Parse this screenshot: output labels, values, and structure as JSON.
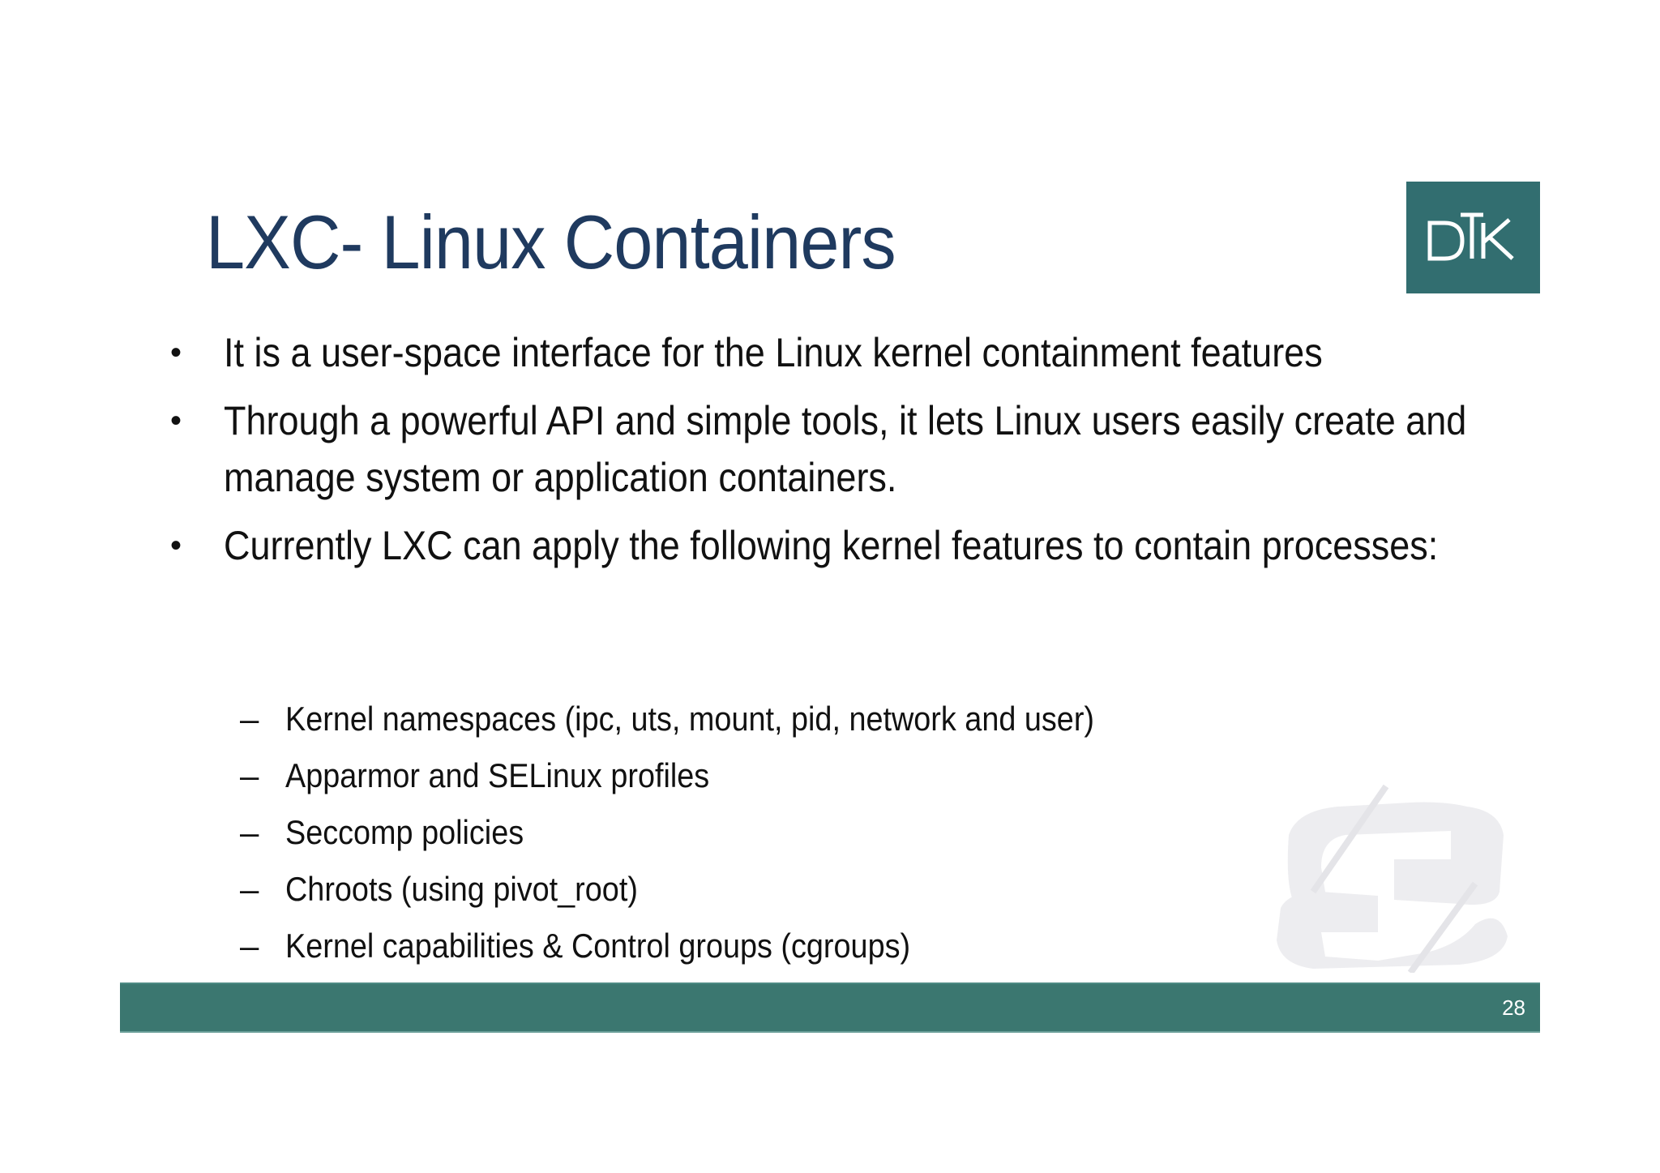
{
  "slide": {
    "title": "LXC- Linux Containers",
    "logo": {
      "text": "DTK",
      "background": "#326e70"
    },
    "bullets": [
      {
        "text": "It  is a user-space interface for the Linux kernel containment features"
      },
      {
        "text": "Through a powerful API and simple tools, it lets Linux users easily create and manage system or application containers."
      },
      {
        "text": "Currently LXC can apply the following kernel features to contain processes:"
      }
    ],
    "sub_bullets": [
      {
        "text": "Kernel namespaces (ipc, uts, mount, pid, network and user)"
      },
      {
        "text": "Apparmor and SELinux profiles"
      },
      {
        "text": "Seccomp policies"
      },
      {
        "text": "Chroots (using pivot_root)"
      },
      {
        "text": "Kernel capabilities & Control groups (cgroups)"
      }
    ],
    "bullet_glyph": "•",
    "sub_bullet_glyph": "–",
    "footer": {
      "page_number": "28",
      "bar_color": "#3b7770"
    },
    "title_color": "#1f3a5f"
  }
}
